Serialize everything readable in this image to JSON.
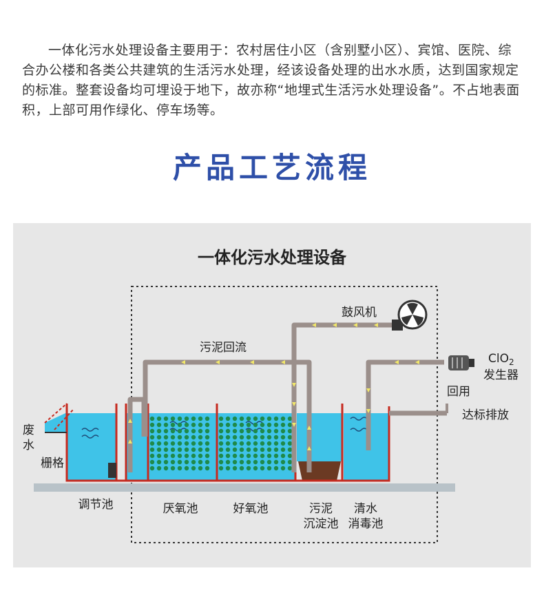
{
  "intro_text": "一体化污水处理设备主要用于：农村居住小区（含别墅小区）、宾馆、医院、综合办公楼和各类公共建筑的生活污水处理，经该设备处理的出水水质，达到国家规定的标准。整套设备均可埋设于地下，故亦称“地埋式生活污水处理设备”。不占地表面积，上部可用作绿化、停车场等。",
  "section_title": "产品工艺流程",
  "colors": {
    "title": "#2e4fa8",
    "water": "#3fc3e8",
    "pipe": "#9b8f8b",
    "pipe_dark": "#7d716d",
    "tank_wall": "#c62a1f",
    "media_dot": "#1f8a4a",
    "sludge": "#6b3a23",
    "panel_bg": "#e7e7e7",
    "ground": "#b8c2c8",
    "arrow": "#f2e86a"
  },
  "diagram": {
    "title": "一体化污水处理设备",
    "labels": {
      "blower": "鼓风机",
      "sludge_return": "污泥回流",
      "clo2": "ClO",
      "clo2_sub": "2",
      "generator": "发生器",
      "reuse": "回用",
      "discharge": "达标排放",
      "wastewater_1": "废",
      "wastewater_2": "水",
      "grille": "栅格",
      "regulating_tank": "调节池",
      "anoxic_tank": "厌氧池",
      "aerobic_tank": "好氧池",
      "sedimentation_1": "污泥",
      "sedimentation_2": "沉淀池",
      "disinfection_1": "清水",
      "disinfection_2": "消毒池"
    },
    "icons": [
      "fan-icon",
      "motor-icon"
    ]
  }
}
